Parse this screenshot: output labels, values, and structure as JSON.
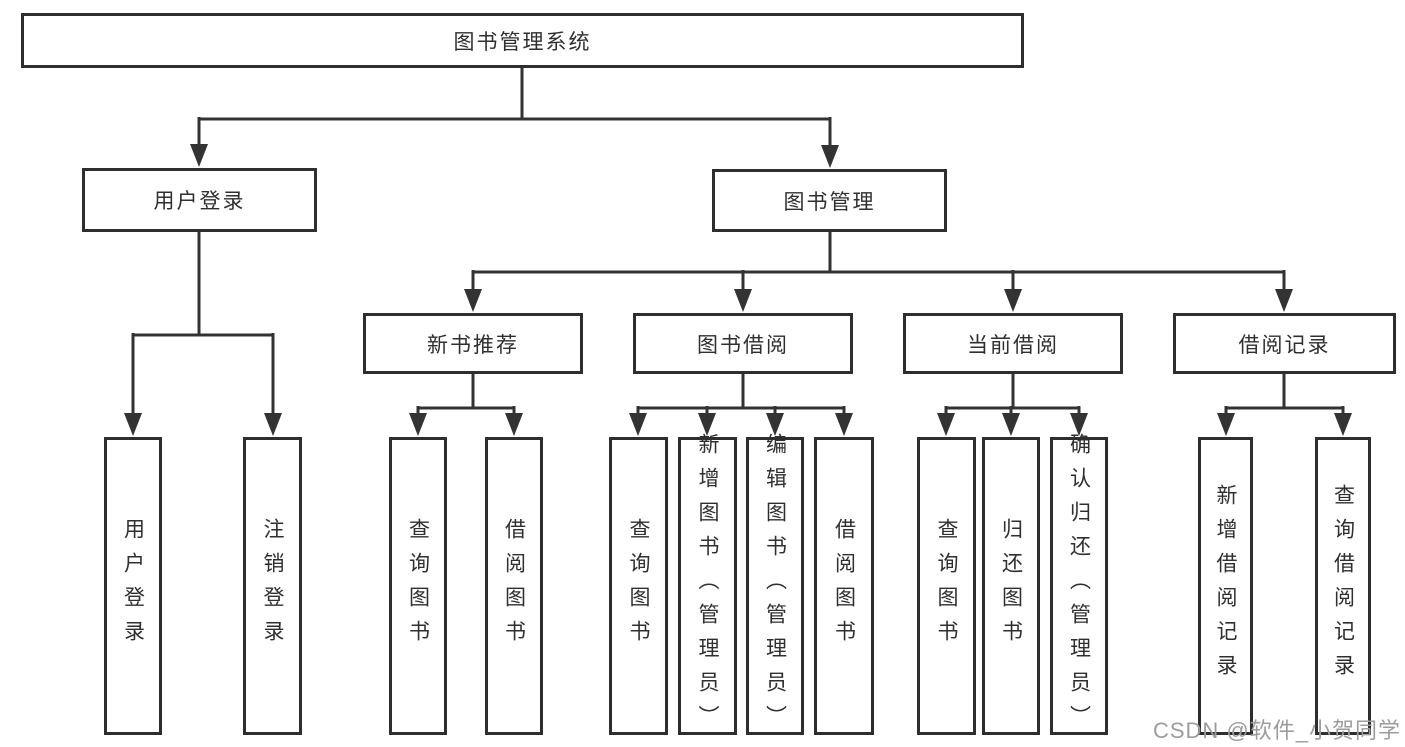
{
  "tree": {
    "label": "图书管理系统",
    "children": [
      {
        "label": "用户登录",
        "children": [
          {
            "label": "用户登录"
          },
          {
            "label": "注销登录"
          }
        ]
      },
      {
        "label": "图书管理",
        "children": [
          {
            "label": "新书推荐",
            "children": [
              {
                "label": "查询图书"
              },
              {
                "label": "借阅图书"
              }
            ]
          },
          {
            "label": "图书借阅",
            "children": [
              {
                "label": "查询图书"
              },
              {
                "label": "新增图书（管理员）"
              },
              {
                "label": "编辑图书（管理员）"
              },
              {
                "label": "借阅图书"
              }
            ]
          },
          {
            "label": "当前借阅",
            "children": [
              {
                "label": "查询图书"
              },
              {
                "label": "归还图书"
              },
              {
                "label": "确认归还（管理员）"
              }
            ]
          },
          {
            "label": "借阅记录",
            "children": [
              {
                "label": "新增借阅记录"
              },
              {
                "label": "查询借阅记录"
              }
            ]
          }
        ]
      }
    ]
  },
  "watermark": {
    "text": "CSDN @软件_小贺同学"
  },
  "colors": {
    "line": "#333333",
    "box_border": "#2e2e2e",
    "text": "#2f2f2f",
    "watermark": "#9c9c9c",
    "background": "#ffffff"
  }
}
